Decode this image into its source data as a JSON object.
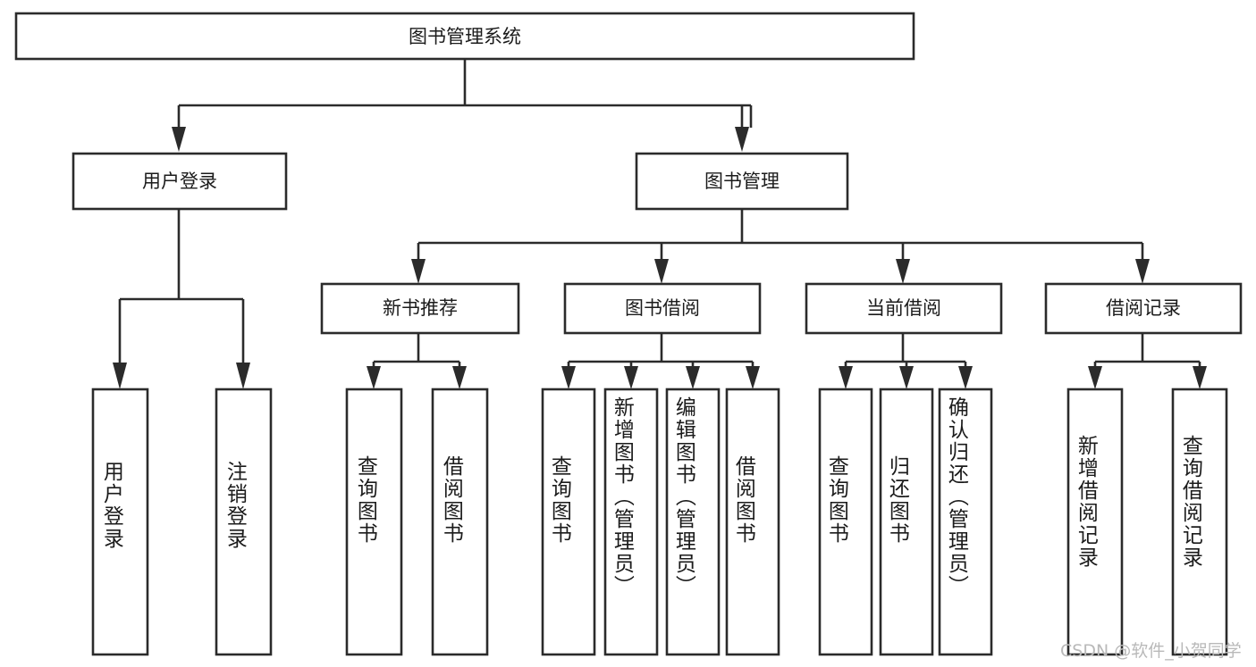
{
  "diagram": {
    "title": "图书管理系统",
    "type": "tree-hierarchy",
    "watermark": "CSDN @软件_小贺同学",
    "colors": {
      "stroke": "#2b2b2b",
      "box_fill": "#ffffff",
      "text": "#1b1b1b",
      "background": "#ffffff",
      "watermark": "#b9b9b9"
    },
    "root": {
      "label": "图书管理系统"
    },
    "level2": [
      {
        "label": "用户登录"
      },
      {
        "label": "图书管理"
      }
    ],
    "level3": [
      {
        "label": "新书推荐"
      },
      {
        "label": "图书借阅"
      },
      {
        "label": "当前借阅"
      },
      {
        "label": "借阅记录"
      }
    ],
    "leaves": {
      "user_login": [
        {
          "label": "用户登录"
        },
        {
          "label": "注销登录"
        }
      ],
      "new_book_recommend": [
        {
          "label": "查询图书"
        },
        {
          "label": "借阅图书"
        }
      ],
      "book_borrow": [
        {
          "label": "查询图书"
        },
        {
          "label": "新增图书（管理员）"
        },
        {
          "label": "编辑图书（管理员）"
        },
        {
          "label": "借阅图书"
        }
      ],
      "current_borrow": [
        {
          "label": "查询图书"
        },
        {
          "label": "归还图书"
        },
        {
          "label": "确认归还（管理员）"
        }
      ],
      "borrow_record": [
        {
          "label": "新增借阅记录"
        },
        {
          "label": "查询借阅记录"
        }
      ]
    }
  }
}
